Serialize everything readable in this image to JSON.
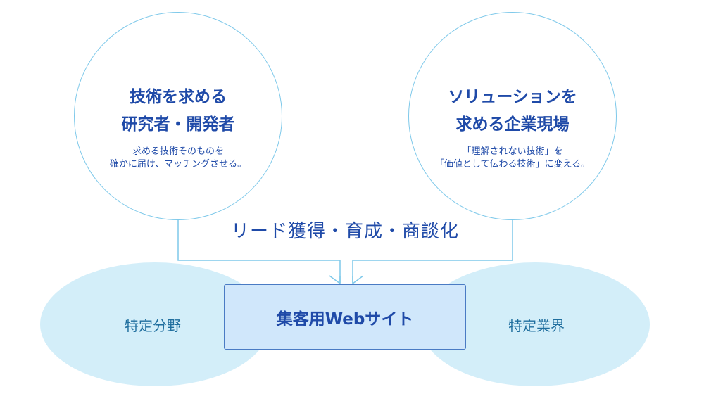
{
  "left_circle": {
    "title_lines": [
      "技術を求める",
      "研究者・開発者"
    ],
    "desc_lines": [
      "求める技術そのものを",
      "確かに届け、マッチングさせる。"
    ]
  },
  "right_circle": {
    "title_lines": [
      "ソリューションを",
      "求める企業現場"
    ],
    "desc_lines": [
      "「理解されない技術」を",
      "「価値として伝わる技術」に変える。"
    ]
  },
  "middle_label": "リード獲得・育成・商談化",
  "center_box": "集客用Webサイト",
  "left_ellipse": "特定分野",
  "right_ellipse": "特定業界",
  "colors": {
    "circle_border": "#7fc9ea",
    "connector": "#7fc9ea",
    "ellipse_fill": "#d3eef9",
    "box_fill": "#d0e7fb",
    "box_border": "#4a7bc4",
    "text_primary": "#1f4aa8"
  }
}
